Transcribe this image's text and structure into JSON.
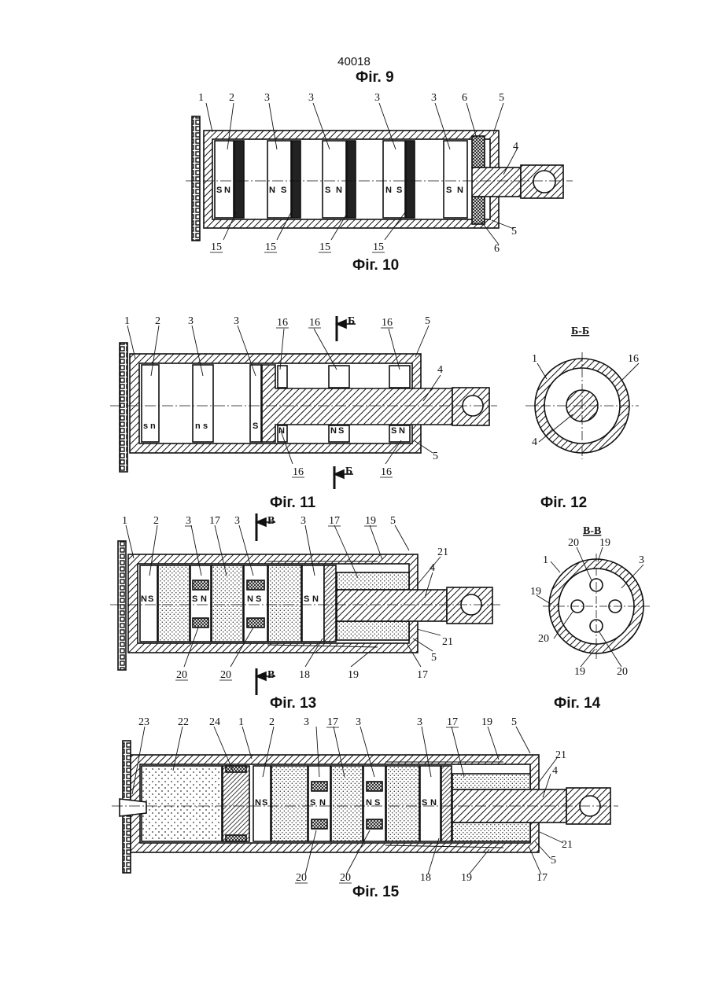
{
  "document_number": "40018",
  "figure_captions": [
    "Фіг. 9",
    "Фіг. 10",
    "Фіг. 11",
    "Фіг. 12",
    "Фіг. 13",
    "Фіг. 14",
    "Фіг. 15"
  ],
  "section_labels": {
    "fig11_cut": "Б",
    "fig12_title": "Б-Б",
    "fig13_cut": "В",
    "fig14_title": "В-В"
  },
  "pole_letters": {
    "N": "N",
    "S": "S",
    "n": "n",
    "s": "s"
  },
  "fig10_labels": {
    "top": [
      "1",
      "2",
      "3",
      "3",
      "3",
      "3",
      "6",
      "5"
    ],
    "right": [
      "4",
      "5",
      "6"
    ],
    "bottom": [
      "15",
      "15",
      "15",
      "15"
    ]
  },
  "fig11_labels": {
    "top": [
      "1",
      "2",
      "3",
      "3",
      "16",
      "16",
      "16",
      "5",
      "4"
    ],
    "bottom": [
      "16",
      "16",
      "5"
    ]
  },
  "fig12_labels": [
    "1",
    "16",
    "4"
  ],
  "fig13_labels": {
    "top": [
      "1",
      "2",
      "3",
      "17",
      "3",
      "3",
      "17",
      "19",
      "5",
      "21",
      "4"
    ],
    "bottom": [
      "20",
      "20",
      "18",
      "19",
      "17",
      "5",
      "21"
    ]
  },
  "fig14_labels": [
    "20",
    "19",
    "1",
    "3",
    "19",
    "20",
    "19",
    "20"
  ],
  "fig15_labels": {
    "top": [
      "23",
      "22",
      "24",
      "1",
      "2",
      "3",
      "17",
      "3",
      "3",
      "17",
      "19",
      "5",
      "21",
      "4"
    ],
    "bottom": [
      "20",
      "20",
      "18",
      "19",
      "17",
      "5",
      "21"
    ]
  }
}
